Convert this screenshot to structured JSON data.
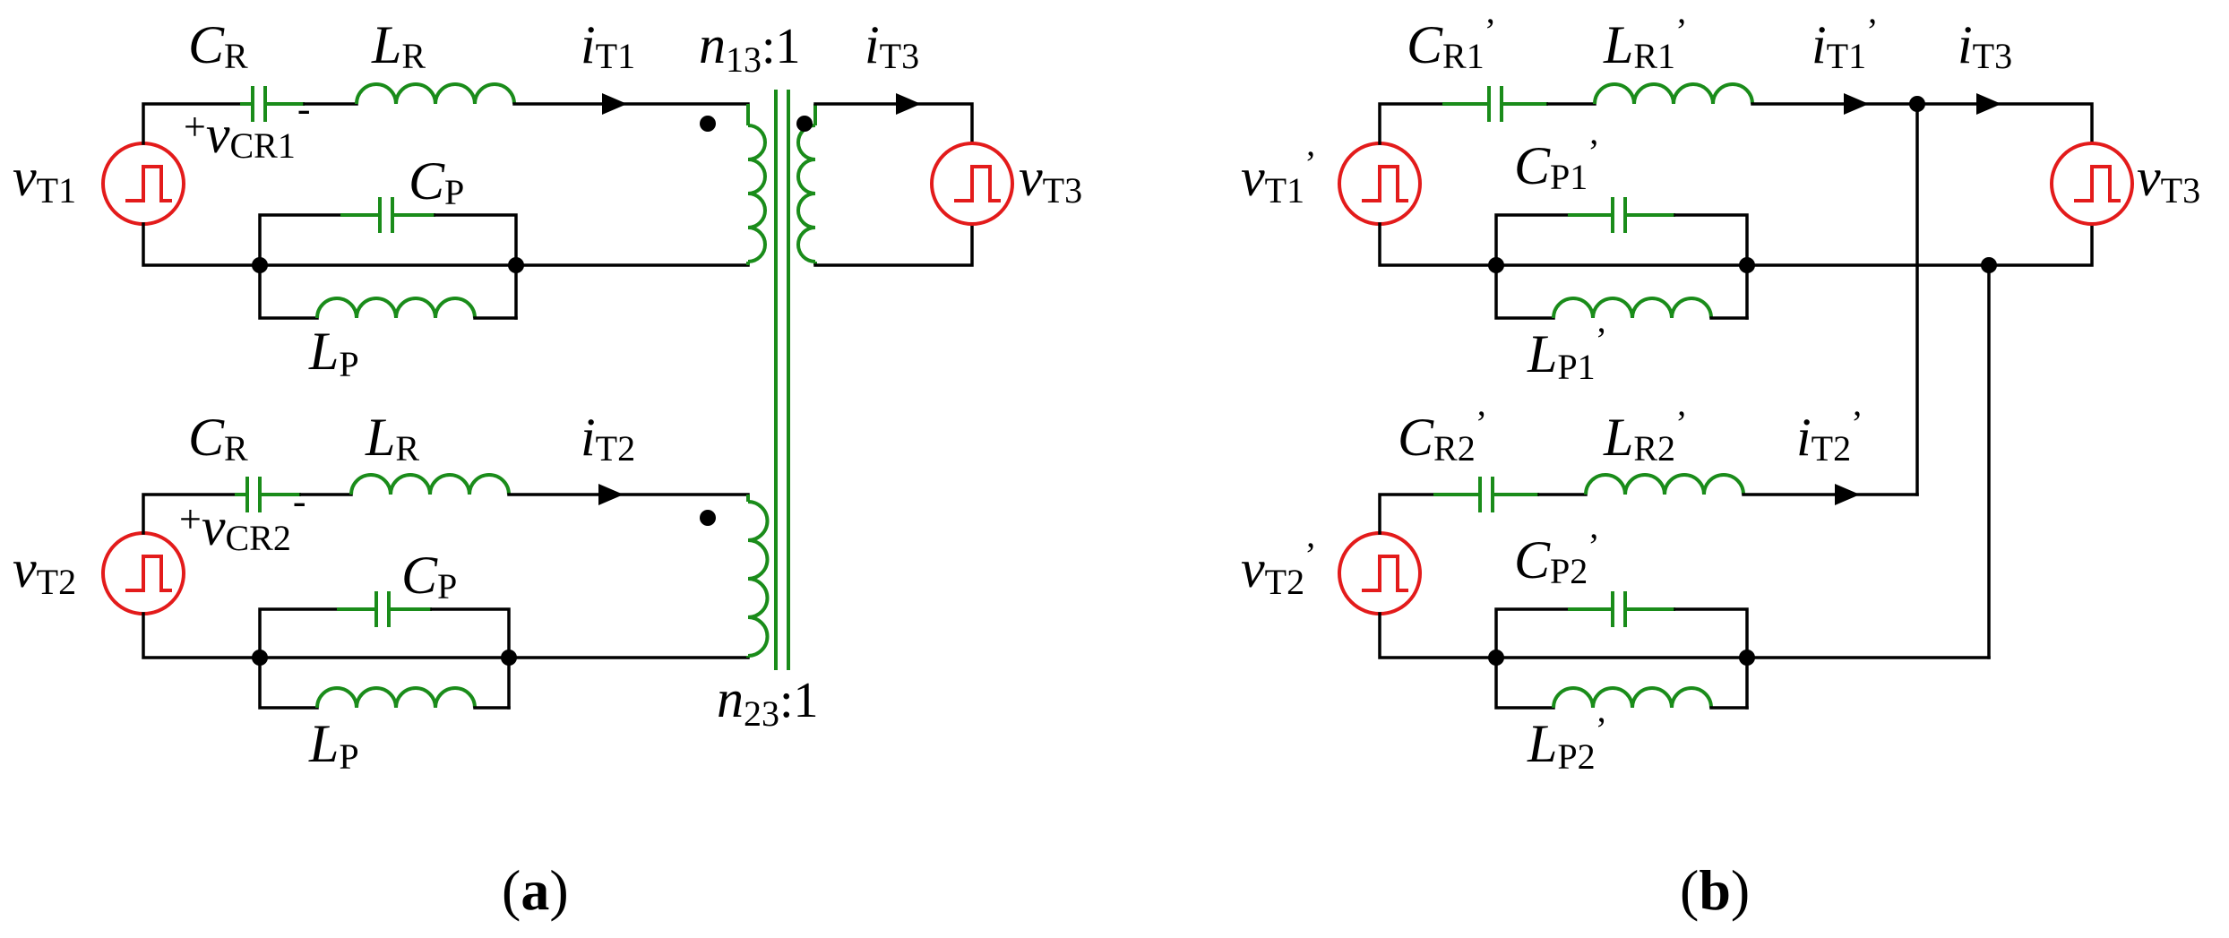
{
  "colors": {
    "wire": "#000000",
    "component": "#1a8c1a",
    "source": "#e31b1b"
  },
  "symbols": {
    "C": "C",
    "L": "L",
    "v": "v",
    "i": "i",
    "n": "n"
  },
  "subscripts": {
    "R": "R",
    "P": "P",
    "T1": "T1",
    "T2": "T2",
    "T3": "T3",
    "CR1": "CR1",
    "CR2": "CR2",
    "n13": "13",
    "n23": "23",
    "R1p": "R1",
    "R2p": "R2",
    "P1p": "P1",
    "P2p": "P2",
    "T1p": "T1",
    "T2p": "T2"
  },
  "marks": {
    "prime": "’",
    "ratio": ":1",
    "plus": "+",
    "minus": "-"
  },
  "captions": {
    "a": {
      "open": "(",
      "letter": "a",
      "close": ")"
    },
    "b": {
      "open": "(",
      "letter": "b",
      "close": ")"
    }
  }
}
